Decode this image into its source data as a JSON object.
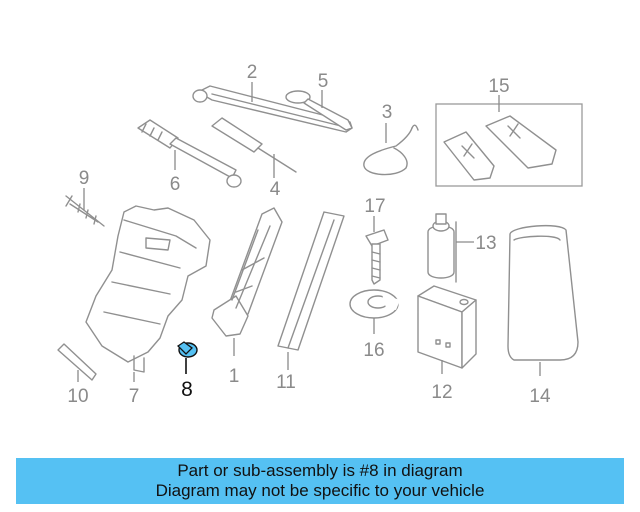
{
  "labels": {
    "p1": "1",
    "p2": "2",
    "p3": "3",
    "p4": "4",
    "p5": "5",
    "p6": "6",
    "p7": "7",
    "p8": "8",
    "p9": "9",
    "p10": "10",
    "p11": "11",
    "p12": "12",
    "p13": "13",
    "p14": "14",
    "p15": "15",
    "p16": "16",
    "p17": "17"
  },
  "highlight": {
    "part": "8",
    "color": "#55c1f3"
  },
  "banner": {
    "line1": "Part or sub-assembly is #8 in diagram",
    "line2": "Diagram may not be specific to your vehicle",
    "color": "#55c1f3"
  }
}
